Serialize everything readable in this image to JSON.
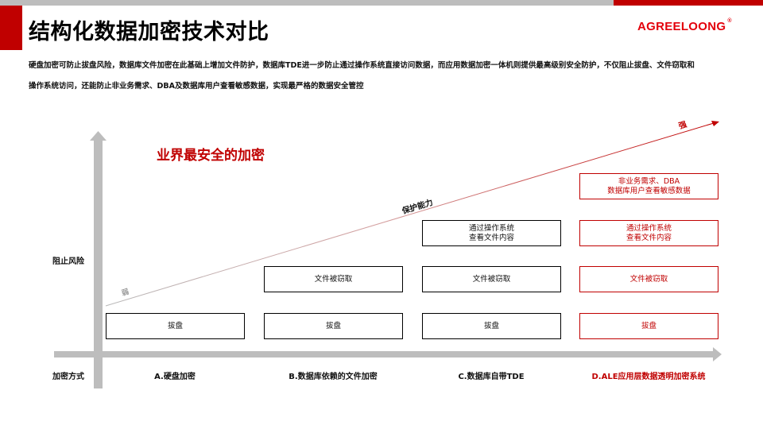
{
  "header": {
    "title": "结构化数据加密技术对比",
    "brand": "AGREELOONG",
    "brand_mark": "®",
    "colors": {
      "accent": "#c00000",
      "brand": "#e3000b",
      "bar_gray": "#bdbdbd"
    }
  },
  "description": {
    "line1": "硬盘加密可防止拔盘风险，数据库文件加密在此基础上增加文件防护，数据库TDE进一步防止通过操作系统直接访问数据，而应用数据加密一体机则提供最高级别安全防护，不仅阻止拔盘、文件窃取和",
    "line2": "操作系统访问，还能防止非业务需求、DBA及数据库用户查看敏感数据，实现最严格的数据安全管控"
  },
  "diagram": {
    "highlight": "业界最安全的加密",
    "y_axis_label": "阻止风险",
    "x_axis_label": "加密方式",
    "trend_label": "保护能力",
    "trend_start": "弱",
    "trend_end": "强",
    "columns": [
      {
        "label": "A.硬盘加密",
        "highlighted": false,
        "risks": [
          "拔盘"
        ]
      },
      {
        "label": "B.数据库依赖的文件加密",
        "highlighted": false,
        "risks": [
          "拔盘",
          "文件被窃取"
        ]
      },
      {
        "label": "C.数据库自带TDE",
        "highlighted": false,
        "risks": [
          "拔盘",
          "文件被窃取",
          "通过操作系统\n查看文件内容"
        ]
      },
      {
        "label": "D.ALE应用层数据透明加密系统",
        "highlighted": true,
        "risks": [
          "拔盘",
          "文件被窃取",
          "通过操作系统\n查看文件内容",
          "非业务需求、DBA\n数据库用户查看敏感数据"
        ]
      }
    ],
    "box_text": {
      "a0": "拔盘",
      "b0": "拔盘",
      "b1": "文件被窃取",
      "c0": "拔盘",
      "c1": "文件被窃取",
      "c2_l1": "通过操作系统",
      "c2_l2": "查看文件内容",
      "d0": "拔盘",
      "d1": "文件被窃取",
      "d2_l1": "通过操作系统",
      "d2_l2": "查看文件内容",
      "d3_l1": "非业务需求、DBA",
      "d3_l2": "数据库用户查看敏感数据"
    }
  }
}
